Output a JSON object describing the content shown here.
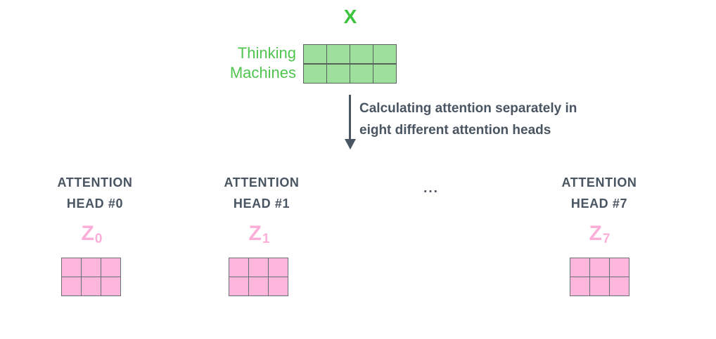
{
  "colors": {
    "green_text": "#3cc33c",
    "green_token": "#4fc44f",
    "green_fill": "#9ddf9b",
    "green_border": "#57625c",
    "dark": "#4a5562",
    "pink_text": "#fbaed8",
    "pink_fill": "#feb6dc",
    "pink_border": "#6b7076",
    "bg": "#ffffff"
  },
  "input": {
    "label": "X",
    "token_line1": "Thinking",
    "token_line2": "Machines",
    "matrix": {
      "rows": 2,
      "cols": 4
    }
  },
  "arrow_annotation": {
    "line1": "Calculating attention separately in",
    "line2": "eight different attention heads"
  },
  "ellipsis": "...",
  "heads": [
    {
      "title_line1": "ATTENTION",
      "title_line2": "HEAD #0",
      "z_base": "Z",
      "z_sub": "0",
      "matrix": {
        "rows": 2,
        "cols": 3
      }
    },
    {
      "title_line1": "ATTENTION",
      "title_line2": "HEAD #1",
      "z_base": "Z",
      "z_sub": "1",
      "matrix": {
        "rows": 2,
        "cols": 3
      }
    },
    {
      "title_line1": "ATTENTION",
      "title_line2": "HEAD #7",
      "z_base": "Z",
      "z_sub": "7",
      "matrix": {
        "rows": 2,
        "cols": 3
      }
    }
  ]
}
